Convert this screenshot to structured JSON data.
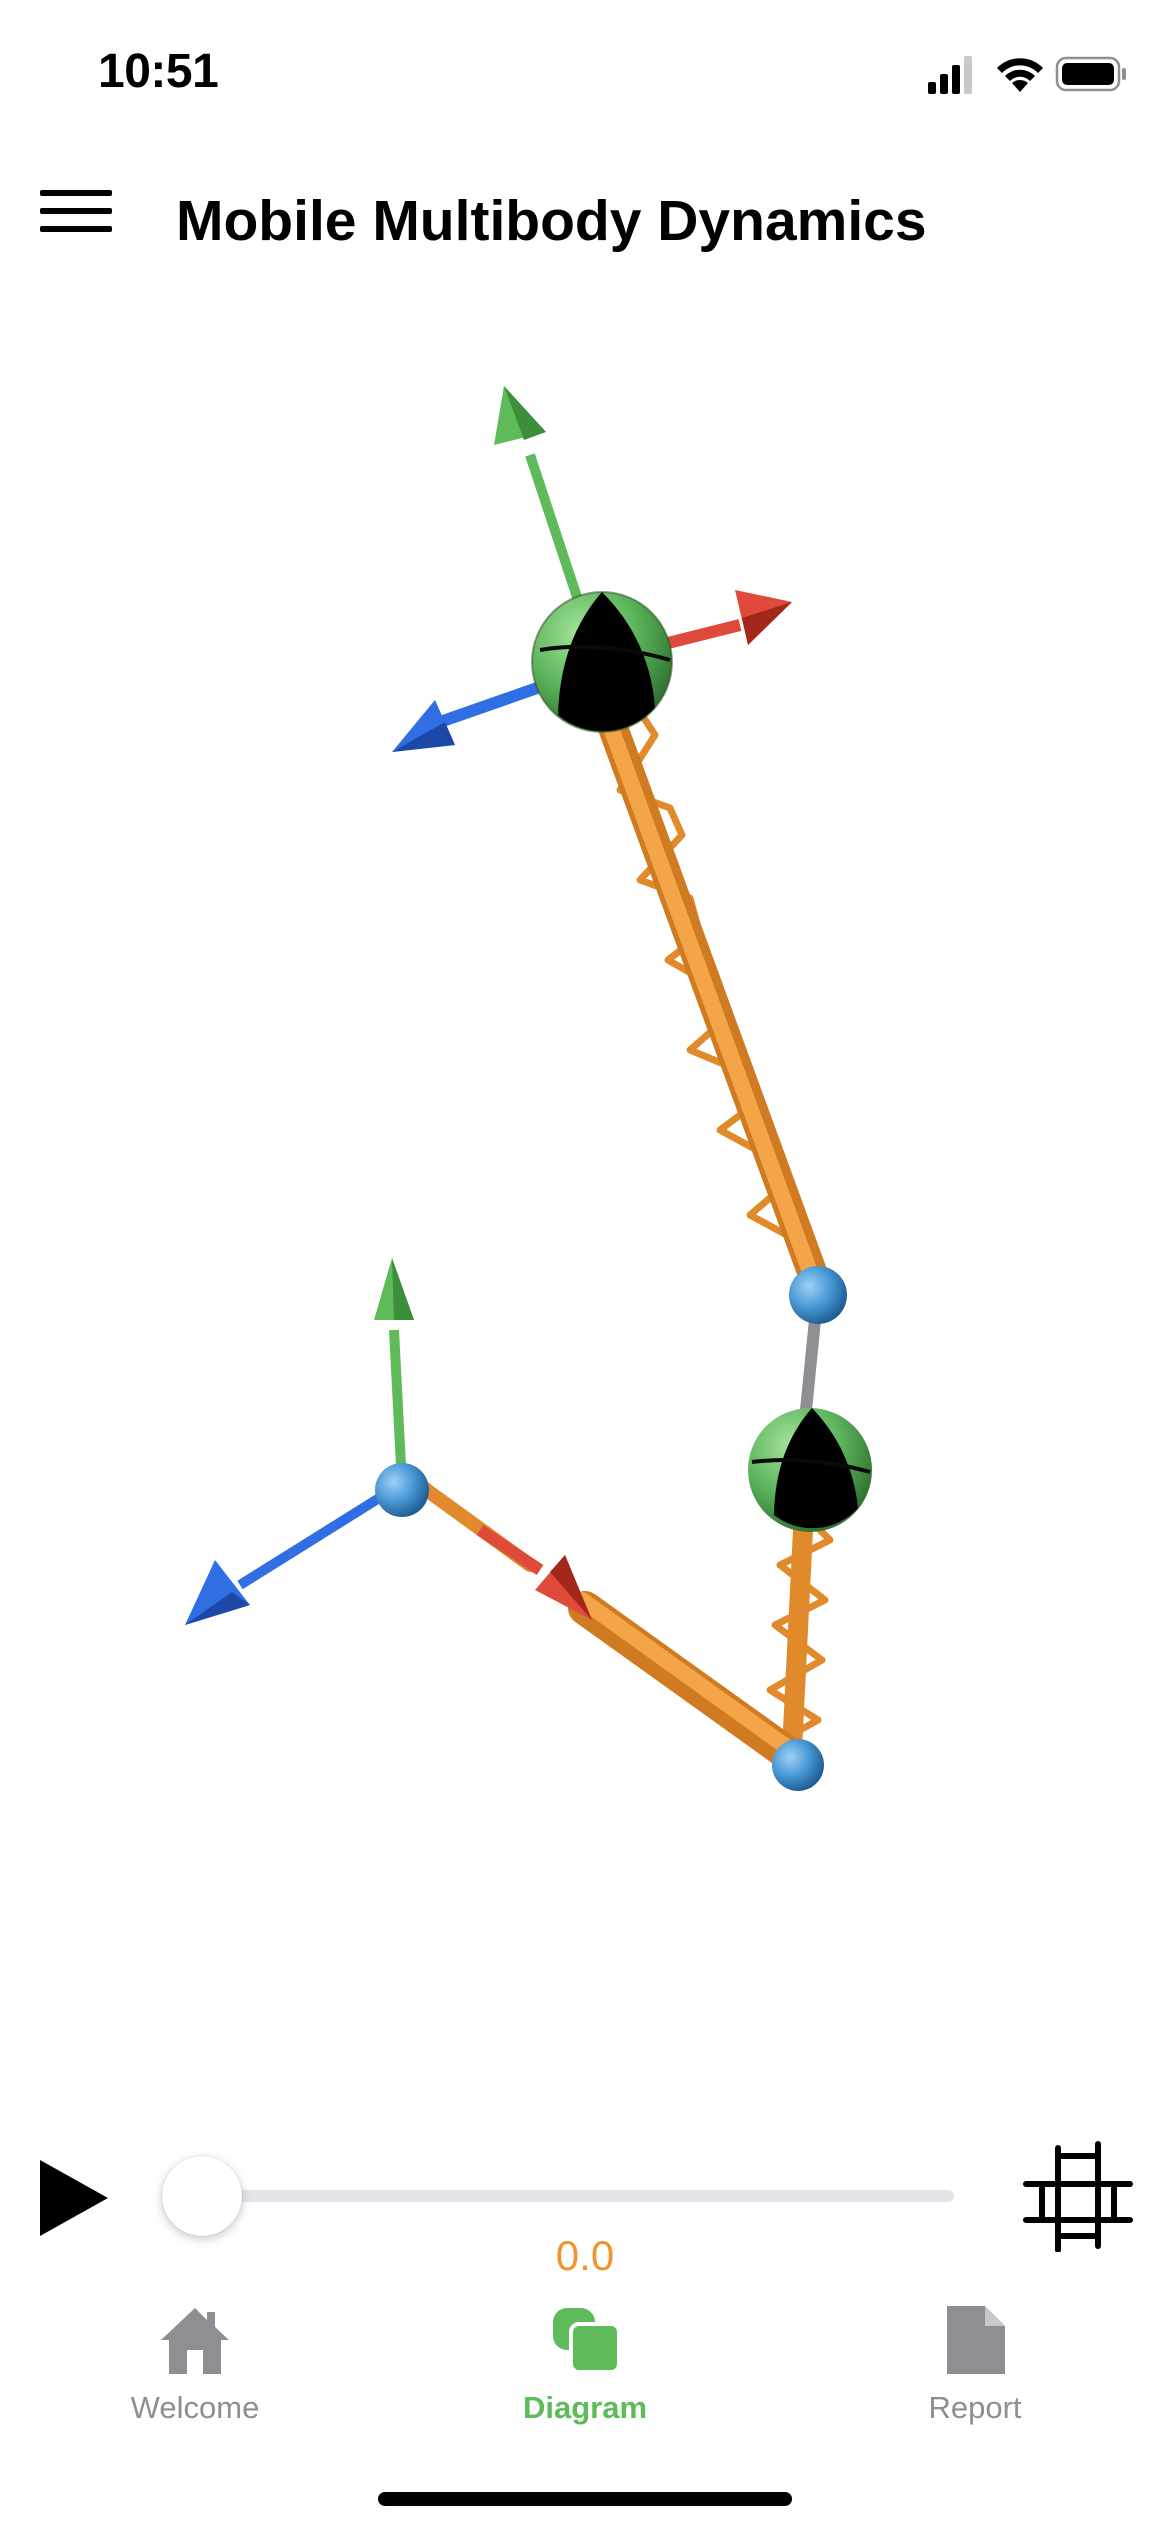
{
  "status_bar": {
    "time": "10:51",
    "signal_icon": "cellular-signal-icon",
    "wifi_icon": "wifi-icon",
    "battery_icon": "battery-icon"
  },
  "header": {
    "menu_icon": "hamburger-menu-icon",
    "title": "Mobile Multibody Dynamics"
  },
  "diagram": {
    "colors": {
      "x_axis": "#e04a3a",
      "y_axis": "#5fbb5a",
      "z_axis": "#2f6fe3",
      "spring_body": "#ef9a35",
      "joint": "#4b9bd8",
      "mass_green": "#5ab25a",
      "mass_black": "#000000",
      "link_gray": "#8e8e93"
    }
  },
  "playback": {
    "play_icon": "play-icon",
    "time_value": "0.0",
    "progress": 0.0,
    "frame_icon": "frame-crop-icon",
    "accent_color": "#f0952e"
  },
  "tabs": {
    "items": [
      {
        "label": "Welcome",
        "icon": "house-icon",
        "active": false
      },
      {
        "label": "Diagram",
        "icon": "diagram-squares-icon",
        "active": true
      },
      {
        "label": "Report",
        "icon": "document-icon",
        "active": false
      }
    ],
    "active_color": "#5fbb5a",
    "inactive_color": "#8e8e93"
  }
}
